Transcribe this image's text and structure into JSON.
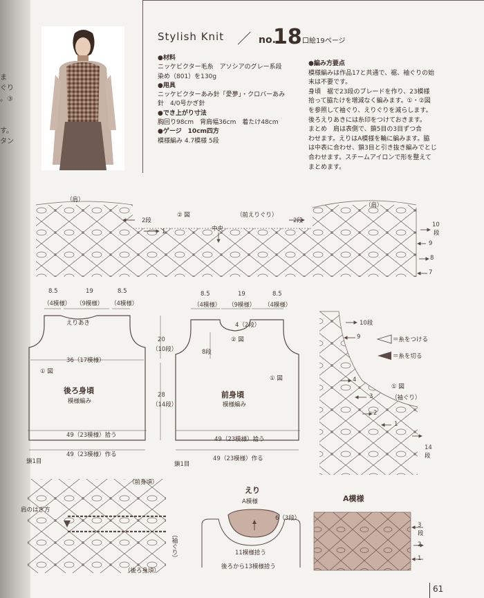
{
  "left_page": {
    "lines": [
      "ま",
      "ぐり",
      "。③",
      "す。",
      "タン"
    ]
  },
  "header": {
    "title": "Stylish Knit",
    "slash": "／",
    "no_label": "no.",
    "no_number": "18",
    "ref": "口絵19ページ"
  },
  "materials": {
    "h1": "●材料",
    "l1": "ニッケビクター毛糸　アソシアのグレー系段",
    "l2": "染め（801）を130g",
    "h2": "●用具",
    "l3": "ニッケビクターあみ針「愛夢」・クロバーあみ",
    "l4": "針　4/0号かぎ針",
    "h3": "●でき上がり寸法",
    "l5": "胸回り98cm　背肩幅36cm　着たけ48cm",
    "h4": "●ゲージ　10cm四方",
    "l6": "模様編み 4.7模様 5段"
  },
  "points": {
    "h1": "●編み方要点",
    "l1": "模様編みは作品17と共通で、裾、袖ぐりの始",
    "l2": "末は不要です。",
    "l3": "身頃　裾で23段のブレードを作り、23模様",
    "l4": "拾って脇たけを増減なく編みます。①・②図",
    "l5": "を参照して袖ぐり、えりぐりを減らします。",
    "l6": "後ろえりあきには糸印をつけておきます。",
    "l7": "まとめ　肩は表側で、鎖5目の3目ずつ合",
    "l8": "わせます。えりはA模様を輪に編みます。脇",
    "l9": "は中表に合わせ、鎖3目と引き抜き編みでとじ",
    "l10": "合わせます。スチームアイロンで形を整えて",
    "l11": "まとめます。"
  },
  "diagram2": {
    "shoulder_left": "（肩）",
    "shoulder_right": "（肩）",
    "fig": "② 図",
    "front_neck": "（前えりぐり）",
    "center": "中央",
    "row2_left": "2段",
    "row1_left": "1",
    "row2_right": "2段",
    "row10": "10",
    "row10u": "段",
    "row9": "9",
    "row8": "8",
    "row7": "7"
  },
  "back": {
    "w1": "8.5",
    "w1p": "（4模様）",
    "w2": "19",
    "w2p": "（9模様）",
    "w3": "8.5",
    "w3p": "（4模様）",
    "neck": "えりあき",
    "width36": "36（17模様）",
    "fig1": "① 図",
    "name": "後ろ身頃",
    "pattern": "模様編み",
    "h20": "20",
    "h20r": "（10段）",
    "h28": "28",
    "h28r": "（14段）",
    "pickup": "49（23模様）拾う",
    "make": "49（23模様）作る",
    "chain": "鎖1目"
  },
  "front": {
    "w1": "8.5",
    "w1p": "（4模様）",
    "w2": "19",
    "w2p": "（9模様）",
    "w3": "8.5",
    "w3p": "（4模様）",
    "neck": "4（2段）",
    "fig2": "② 図",
    "rows8": "8段",
    "fig1": "① 図",
    "name": "前身頃",
    "pattern": "模様編み",
    "pickup": "49（23模様）拾う",
    "make": "49（23模様）作る",
    "chain": "鎖1目"
  },
  "diagram1": {
    "row10": "10段",
    "row9": "9",
    "attach": "＝糸をつける",
    "cut": "＝糸を切る",
    "row4": "4",
    "row3": "3",
    "fig": "① 図",
    "armhole": "（袖ぐり）",
    "row2": "2",
    "row1": "1",
    "row14": "14",
    "row14u": "段"
  },
  "shoulder": {
    "front": "（前身頃）",
    "join": "肩のはぎ方",
    "sleeve": "（袖ぐり）",
    "back": "（後ろ身頃）"
  },
  "collar": {
    "title": "えり",
    "sub": "A模様",
    "rows": "6（3段）",
    "pick1": "11模様拾う",
    "pick2": "後ろから13模様拾う"
  },
  "pattern_a": {
    "title": "A模様",
    "r3": "3",
    "r3u": "段",
    "r2": "2",
    "r1": "1"
  },
  "page": {
    "number": "61"
  }
}
